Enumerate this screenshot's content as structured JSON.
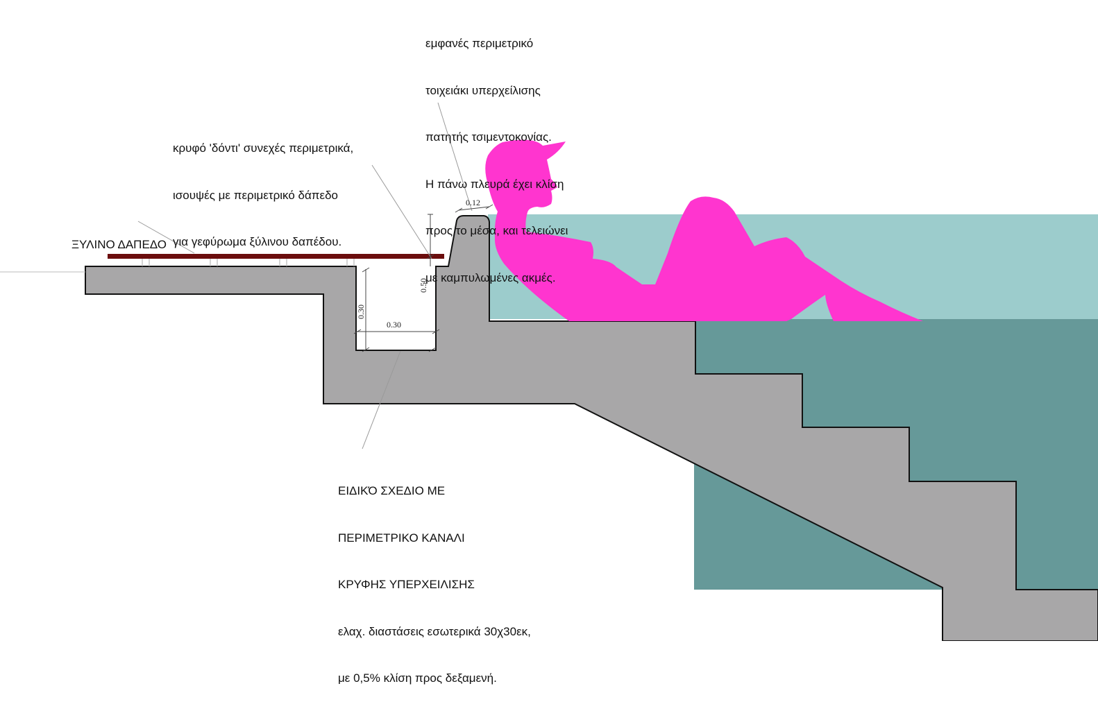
{
  "colors": {
    "concrete": "#a8a7a8",
    "outline": "#111111",
    "water_shallow": "#9ccccc",
    "water_deep": "#669999",
    "figure": "#ff35cf",
    "deck": "#6b0d0d",
    "leader": "#9a9a9a"
  },
  "annotations": {
    "wood_floor": {
      "lines": [
        "ΞΥΛΙΝΟ ΔΑΠΕΔΟ"
      ]
    },
    "hidden_tooth": {
      "lines": [
        "κρυφό 'δόντι' συνεχές περιμετρικά,",
        "ισουψές με περιμετρικό δάπεδο",
        "για γεφύρωμα ξύλινου δαπέδου."
      ]
    },
    "overflow_wall": {
      "lines": [
        "εμφανές περιμετρικό",
        "τοιχειάκι υπερχείλισης",
        "πατητής τσιμεντοκονίας.",
        "Η πάνω πλευρά έχει κλίση",
        "προς το μέσα, και τελειώνει",
        "με καμπυλωμένες ακμές."
      ]
    },
    "channel": {
      "lines": [
        "ΕΙΔΙΚΌ ΣΧΕΔΙΟ ΜΕ",
        "ΠΕΡΙΜΕΤΡΙΚΟ ΚΑΝΑΛΙ",
        "ΚΡΥΦΗΣ ΥΠΕΡΧΕΙΛΙΣΗΣ",
        "ελαχ. διαστάσεις εσωτερικά 30χ30εκ,",
        "με 0,5% κλίση προς δεξαμενή."
      ]
    }
  },
  "dimensions": {
    "wall_top_width": "0.12",
    "wall_height": "0.50",
    "channel_depth": "0.30",
    "channel_width": "0.30"
  }
}
